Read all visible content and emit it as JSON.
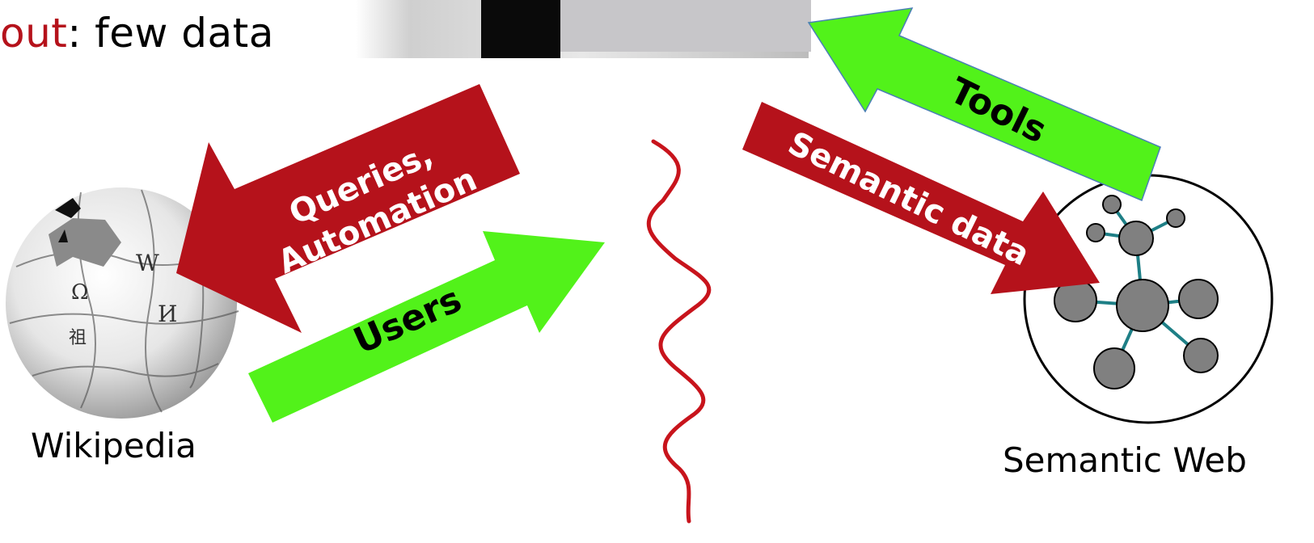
{
  "slide": {
    "top_text_accent": "out",
    "top_text_rest": ": few data",
    "wikipedia_label": "Wikipedia",
    "semantic_web_label": "Semantic Web"
  },
  "arrows": {
    "queries_line1": "Queries,",
    "queries_line2": "Automation",
    "users": "Users",
    "semantic_data": "Semantic data",
    "tools": "Tools"
  },
  "colors": {
    "red_arrow": "#b5121b",
    "green_arrow": "#52f21a",
    "divider": "#c8141c",
    "node_fill": "#808080",
    "edge": "#1e7f86"
  },
  "icons": {
    "wikipedia": "wikipedia-puzzle-globe-logo",
    "semantic_web": "semantic-web-graph-icon",
    "photo": "cropped-photo"
  }
}
